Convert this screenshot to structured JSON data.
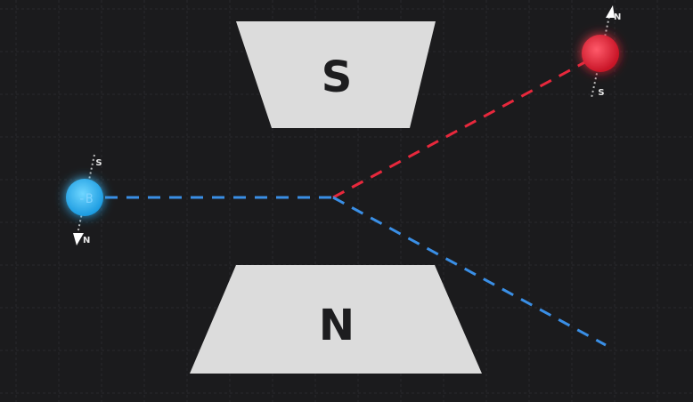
{
  "diagram": {
    "background_color": "#1b1b1d",
    "grid_color": "#2a2a2d",
    "magnet_color": "#dcdcdc",
    "top_magnet": {
      "label": "S"
    },
    "bottom_magnet": {
      "label": "N"
    },
    "blue_particle": {
      "color": "#2bb3f0",
      "label": "-B",
      "spin_top_label": "S",
      "spin_bottom_label": "N"
    },
    "red_particle": {
      "color": "#e8283c",
      "spin_top_label": "N",
      "spin_bottom_label": "S"
    },
    "incoming_path_color": "#3a8fe6",
    "deflected_up_path_color": "#e8283c",
    "deflected_down_path_color": "#3a8fe6"
  }
}
